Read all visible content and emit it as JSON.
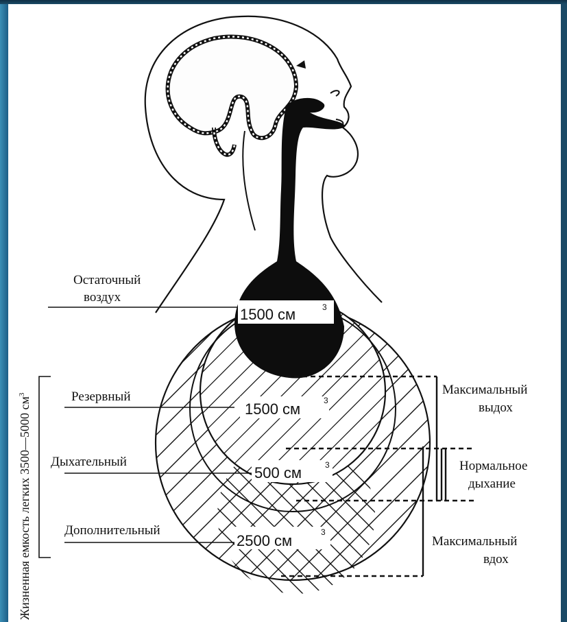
{
  "vertical_label": {
    "text": "Жизненная емкость легких 3500—5000 см",
    "superscript": "3"
  },
  "volumes": [
    {
      "name": "Остаточный воздух",
      "line1": "Остаточный",
      "line2": "воздух",
      "value": "1500 см",
      "unit_sup": "3"
    },
    {
      "name": "Резервный",
      "line1": "Резервный",
      "value": "1500 см",
      "unit_sup": "3"
    },
    {
      "name": "Дыхательный",
      "line1": "Дыхательный",
      "value": "500 см",
      "unit_sup": "3"
    },
    {
      "name": "Дополнительный",
      "line1": "Дополнительный",
      "value": "2500 см",
      "unit_sup": "3"
    }
  ],
  "right_labels": {
    "max_exhale": {
      "line1": "Максимальный",
      "line2": "выдох"
    },
    "normal_breathing": {
      "line1": "Нормальное",
      "line2": "дыхание"
    },
    "max_inhale": {
      "line1": "Максимальный",
      "line2": "вдох"
    }
  },
  "colors": {
    "ink": "#111111",
    "background": "#ffffff",
    "slide_frame": "#1b4a66",
    "frame_highlight": "#3b8fb6"
  }
}
